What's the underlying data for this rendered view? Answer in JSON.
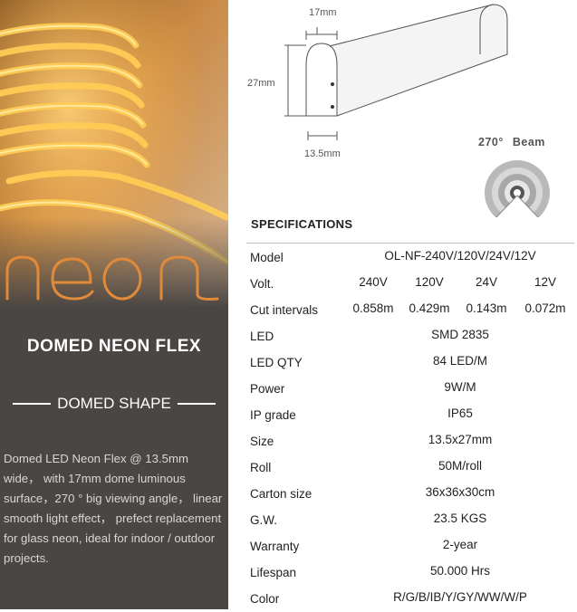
{
  "left_panel": {
    "logo_text": "neon",
    "title": "DOMED NEON FLEX",
    "shape_label": "DOMED SHAPE",
    "description": "Domed LED Neon Flex @ 13.5mm wide， with 17mm dome luminous surface，270 ° big viewing angle， linear smooth light effect， prefect replacement for glass neon, ideal for indoor / outdoor projects."
  },
  "diagram": {
    "top_width": "17mm",
    "height": "27mm",
    "bottom_width": "13.5mm",
    "beam_angle": "270°",
    "beam_word": "Beam"
  },
  "specs": {
    "title": "SPECIFICATIONS",
    "rows": [
      {
        "label": "Model",
        "value": "OL-NF-240V/120V/24V/12V"
      },
      {
        "label": "Volt.",
        "values": [
          "240V",
          "120V",
          "24V",
          "12V"
        ]
      },
      {
        "label": "Cut intervals",
        "values": [
          "0.858m",
          "0.429m",
          "0.143m",
          "0.072m"
        ]
      },
      {
        "label": "LED",
        "value": "SMD 2835"
      },
      {
        "label": "LED QTY",
        "value": "84 LED/M"
      },
      {
        "label": "Power",
        "value": "9W/M"
      },
      {
        "label": "IP grade",
        "value": "IP65"
      },
      {
        "label": "Size",
        "value": "13.5x27mm"
      },
      {
        "label": "Roll",
        "value": "50M/roll"
      },
      {
        "label": "Carton size",
        "value": "36x36x30cm"
      },
      {
        "label": "G.W.",
        "value": "23.5 KGS"
      },
      {
        "label": "Warranty",
        "value": "2-year"
      },
      {
        "label": "Lifespan",
        "value": "50.000 Hrs"
      },
      {
        "label": "Color",
        "value": "R/G/B/IB/Y/GY/WW/W/P"
      }
    ]
  },
  "colors": {
    "panel_bg": "#4a4644",
    "neon_glow": "#f4a83a",
    "text_dark": "#222222"
  }
}
